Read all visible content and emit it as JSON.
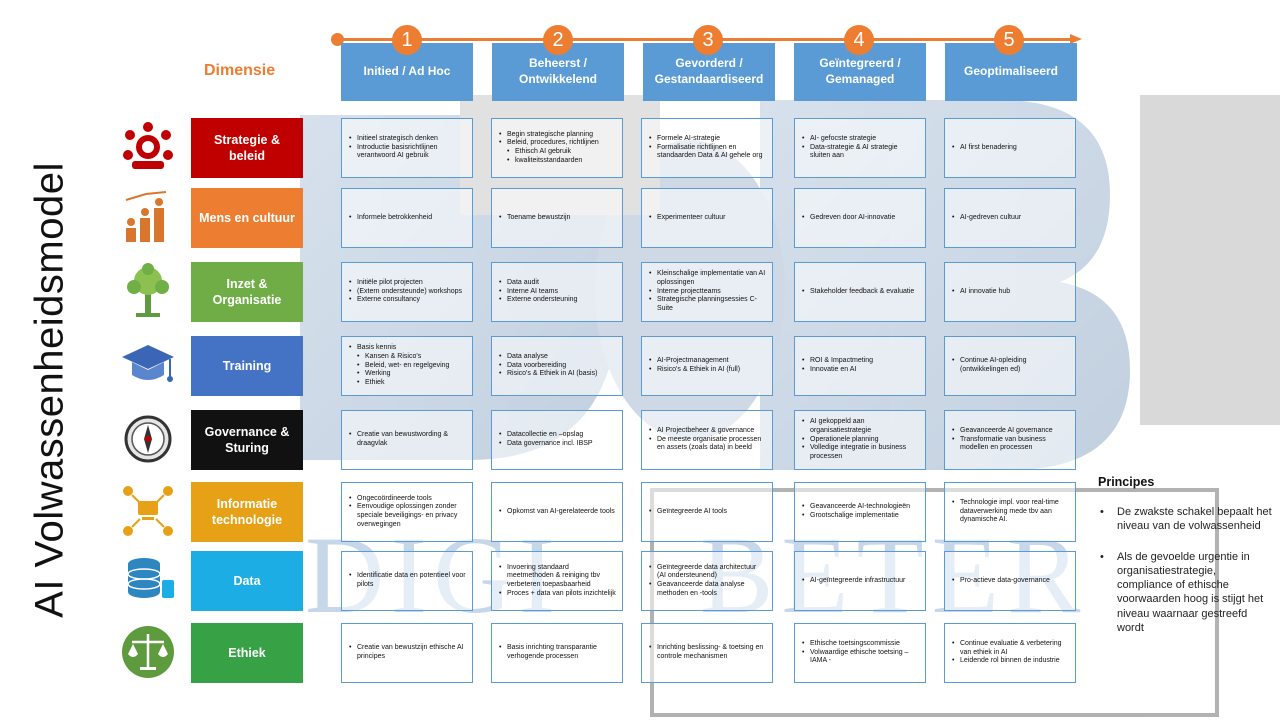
{
  "title": "AI Volwassenheidsmodel",
  "dimension_header": "Dimensie",
  "stages": [
    {
      "num": "1",
      "label": "Initied / Ad Hoc"
    },
    {
      "num": "2",
      "label": "Beheerst / Ontwikkelend"
    },
    {
      "num": "3",
      "label": "Gevorderd / Gestandaardiseerd"
    },
    {
      "num": "4",
      "label": "Geïntegreerd / Gemanaged"
    },
    {
      "num": "5",
      "label": "Geoptimaliseerd"
    }
  ],
  "colors": {
    "accent": "#ED7D31",
    "stage_header": "#5B9BD5",
    "cell_border": "#5B9BD5"
  },
  "dimensions": [
    {
      "label": "Strategie & beleid",
      "color": "#C00000",
      "icon": "strategy-meeting-icon",
      "cells": [
        [
          {
            "t": "Initieel strategisch denken"
          },
          {
            "t": "Introductie basisrichtlijnen verantwoord AI gebruik"
          }
        ],
        [
          {
            "t": "Begin strategische planning"
          },
          {
            "t": "Beleid, procedures, richtlijnen"
          },
          {
            "t": "Ethisch AI gebruik",
            "sub": true
          },
          {
            "t": "kwaliteitsstandaarden",
            "sub": true
          }
        ],
        [
          {
            "t": "Formele AI-strategie"
          },
          {
            "t": "Formalisatie richtlijnen en standaarden Data & AI gehele org"
          }
        ],
        [
          {
            "t": "AI- gefocste strategie"
          },
          {
            "t": "Data-strategie & AI strategie sluiten aan"
          }
        ],
        [
          {
            "t": "AI first benadering"
          }
        ]
      ]
    },
    {
      "label": "Mens en cultuur",
      "color": "#ED7D31",
      "icon": "people-growth-icon",
      "cells": [
        [
          {
            "t": "Informele betrokkenheid"
          }
        ],
        [
          {
            "t": "Toename bewustzijn"
          }
        ],
        [
          {
            "t": "Experimenteer cultuur"
          }
        ],
        [
          {
            "t": "Gedreven door AI-innovatie"
          }
        ],
        [
          {
            "t": "AI-gedreven cultuur"
          }
        ]
      ]
    },
    {
      "label": "Inzet & Organisatie",
      "color": "#70AD47",
      "icon": "tree-network-icon",
      "cells": [
        [
          {
            "t": "Initiële pilot projecten"
          },
          {
            "t": "(Extern ondersteunde) workshops"
          },
          {
            "t": "Externe consultancy"
          }
        ],
        [
          {
            "t": "Data audit"
          },
          {
            "t": "Interne AI teams"
          },
          {
            "t": "Externe ondersteuning"
          }
        ],
        [
          {
            "t": "Kleinschalige implementatie van AI oplossingen"
          },
          {
            "t": "Interne projectteams"
          },
          {
            "t": "Strategische planningsessies C-Suite"
          }
        ],
        [
          {
            "t": "Stakeholder feedback & evaluatie"
          }
        ],
        [
          {
            "t": "AI innovatie hub"
          }
        ]
      ]
    },
    {
      "label": "Training",
      "color": "#4472C4",
      "icon": "graduation-cap-icon",
      "cells": [
        [
          {
            "t": "Basis kennis"
          },
          {
            "t": "Kansen & Risico's",
            "sub": true
          },
          {
            "t": "Beleid, wet- en regelgeving",
            "sub": true
          },
          {
            "t": "Werking",
            "sub": true
          },
          {
            "t": "Ethiek",
            "sub": true
          }
        ],
        [
          {
            "t": "Data analyse"
          },
          {
            "t": "Data voorbereiding"
          },
          {
            "t": "Risico's & Ethiek in AI (basis)"
          }
        ],
        [
          {
            "t": "AI-Projectmanagement"
          },
          {
            "t": "Risico's & Ethiek in AI (full)"
          }
        ],
        [
          {
            "t": "ROI & Impactmeting"
          },
          {
            "t": "Innovatie en AI"
          }
        ],
        [
          {
            "t": "Continue AI-opleiding (ontwikkelingen ed)"
          }
        ]
      ]
    },
    {
      "label": "Governance & Sturing",
      "color": "#111111",
      "icon": "compass-icon",
      "cells": [
        [
          {
            "t": "Creatie van bewustwording & draagvlak"
          }
        ],
        [
          {
            "t": "Datacollectie en –opslag"
          },
          {
            "t": "Data governance incl. IBSP"
          }
        ],
        [
          {
            "t": "AI Projectbeheer & governance"
          },
          {
            "t": "De meeste organisatie processen en assets (zoals data) in beeld"
          }
        ],
        [
          {
            "t": "AI gekoppeld aan organisatiestrategie"
          },
          {
            "t": "Operationele planning"
          },
          {
            "t": "Volledige integratie in business processen"
          }
        ],
        [
          {
            "t": "Geavanceerde AI governance"
          },
          {
            "t": "Transformatie van business modellen en processen"
          }
        ]
      ]
    },
    {
      "label": "Informatie technologie",
      "color": "#E6A117",
      "icon": "it-network-icon",
      "cells": [
        [
          {
            "t": "Ongecoördineerde tools"
          },
          {
            "t": "Eenvoudige oplossingen zonder speciale beveiligings- en privacy overwegingen"
          }
        ],
        [
          {
            "t": "Opkomst van AI-gerelateerde tools"
          }
        ],
        [
          {
            "t": "Geïntegreerde AI tools"
          }
        ],
        [
          {
            "t": "Geavanceerde AI-technologieën"
          },
          {
            "t": "Grootschalige implementatie"
          }
        ],
        [
          {
            "t": "Technologie impl. voor real-time dataverwerking mede tbv aan dynamische AI."
          }
        ]
      ]
    },
    {
      "label": "Data",
      "color": "#1CADE4",
      "icon": "database-icon",
      "cells": [
        [
          {
            "t": "Identificatie data en potentieel voor pilots"
          }
        ],
        [
          {
            "t": "Invoering standaard meetmethoden & reiniging tbv verbeteren toepasbaarheid"
          },
          {
            "t": "Proces + data van pilots inzichtelijk"
          }
        ],
        [
          {
            "t": "Geïntegreerde data architectuur (AI ondersteunend)"
          },
          {
            "t": "Geavanceerde data analyse methoden en -tools"
          }
        ],
        [
          {
            "t": "AI-geïntegreerde infrastructuur"
          }
        ],
        [
          {
            "t": "Pro-actieve data-governance"
          }
        ]
      ]
    },
    {
      "label": "Ethiek",
      "color": "#37A146",
      "icon": "scales-of-justice-icon",
      "cells": [
        [
          {
            "t": "Creatie van bewustzijn ethische AI principes"
          }
        ],
        [
          {
            "t": "Basis inrichting transparantie verhogende processen"
          }
        ],
        [
          {
            "t": "Inrichting beslissing- & toetsing en controle mechanismen"
          }
        ],
        [
          {
            "t": "Ethische toetsingscommissie"
          },
          {
            "t": "Volwaardige ethische toetsing – IAMA -"
          }
        ],
        [
          {
            "t": "Continue evaluatie & verbetering van ethiek in AI"
          },
          {
            "t": "Leidende rol binnen de industrie"
          }
        ]
      ]
    }
  ],
  "principles": {
    "title": "Principes",
    "items": [
      "De zwakste schakel bepaalt het niveau van de volwassenheid",
      "Als de gevoelde urgentie in organisatiestrategie, compliance of ethische voorwaarden hoog is stijgt het niveau waarnaar gestreefd wordt"
    ]
  },
  "watermark": {
    "logo_letters": "DB",
    "word_left": "DIGI",
    "word_right": "BETER"
  }
}
